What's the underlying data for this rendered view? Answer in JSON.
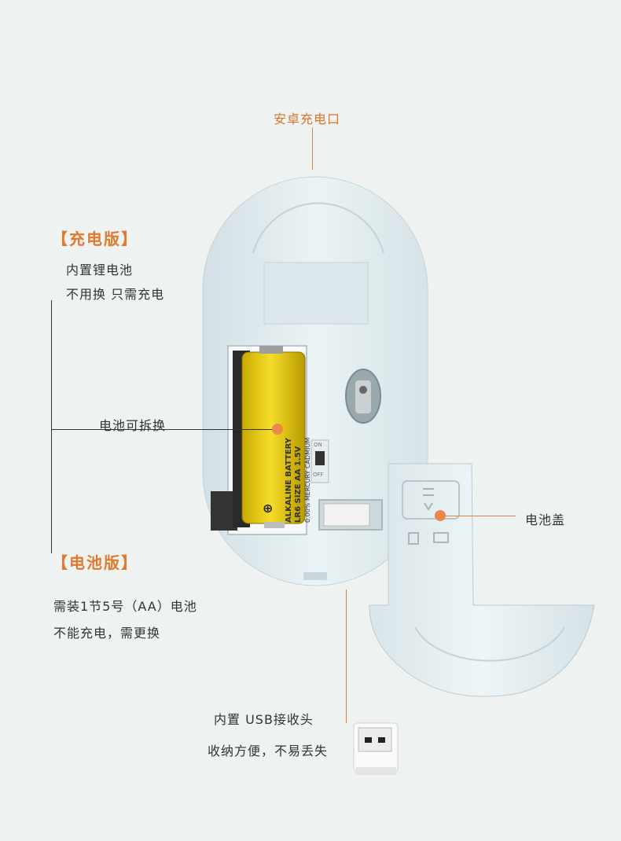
{
  "labels": {
    "charging_port": "安卓充电口",
    "rechargeable_title": "【充电版】",
    "rechargeable_line1": "内置锂电池",
    "rechargeable_line2": "不用换  只需充电",
    "battery_replaceable": "电池可拆换",
    "battery_title": "【电池版】",
    "battery_line1": "需装1节5号（AA）电池",
    "battery_line2": "不能充电，需更换",
    "battery_cover": "电池盖",
    "usb_line1": "内置  USB接收头",
    "usb_line2": "收纳方便，不易丢失"
  },
  "battery_print": {
    "brand": "ALKALINE BATTERY",
    "model": "LR6 SIZE AA 1.5V",
    "free": "0.00% MERCURY CADMIUM",
    "switch_on": "ON",
    "switch_off": "OFF"
  },
  "colors": {
    "background": "#eef3f1",
    "accent_orange": "#e07a2e",
    "mouse_body": "#e4eef1",
    "battery_yellow": "#f1d21a"
  }
}
